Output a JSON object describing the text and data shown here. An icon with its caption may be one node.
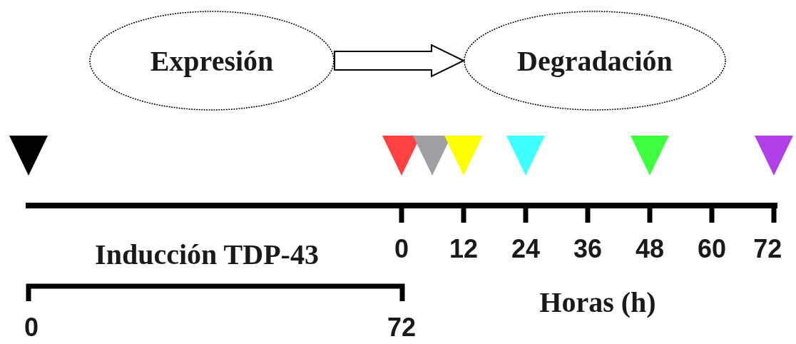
{
  "diagram": {
    "nodes": [
      {
        "text": [
          "Expresión"
        ]
      },
      {
        "text": [
          "Degradación"
        ]
      }
    ],
    "edges": [
      {
        "from": 0,
        "to": 1,
        "arrow": "to"
      }
    ],
    "labels": [
      "Inducción TDP-43",
      "0",
      "12",
      "24",
      "36",
      "48",
      "60",
      "72",
      "Horas (h)",
      "0",
      "72"
    ]
  }
}
